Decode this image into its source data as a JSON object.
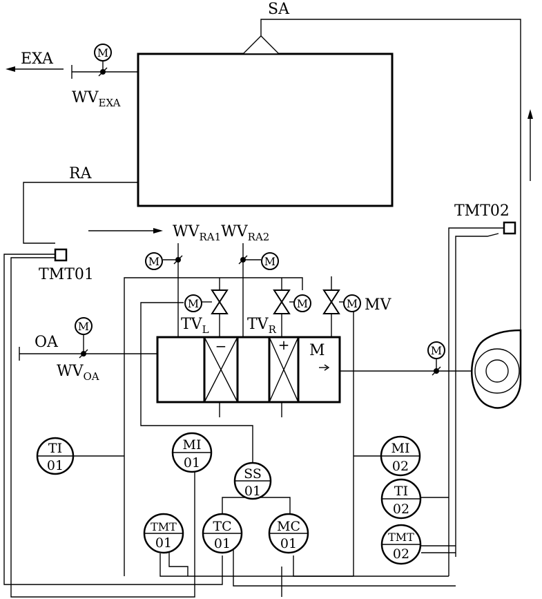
{
  "labels": {
    "sa": "SA",
    "exa": "EXA",
    "ra": "RA",
    "oa": "OA",
    "wv_exa": "WV",
    "wv_exa_sub": "EXA",
    "wv_ra1": "WV",
    "wv_ra1_sub": "RA1",
    "wv_ra2": "WV",
    "wv_ra2_sub": "RA2",
    "wv_oa": "WV",
    "wv_oa_sub": "OA",
    "tv_l": "TV",
    "tv_l_sub": "L",
    "tv_r": "TV",
    "tv_r_sub": "R",
    "mv": "MV",
    "m_humidifier": "M",
    "tmt01": "TMT01",
    "tmt02": "TMT02",
    "coil_minus": "−",
    "coil_plus": "+",
    "motor": "M"
  },
  "instruments": {
    "ti01": {
      "top": "TI",
      "bottom": "01"
    },
    "mi01": {
      "top": "MI",
      "bottom": "01"
    },
    "ss01": {
      "top": "SS",
      "bottom": "01"
    },
    "tmt01": {
      "top": "TMT",
      "bottom": "01"
    },
    "tc01": {
      "top": "TC",
      "bottom": "01"
    },
    "mc01": {
      "top": "MC",
      "bottom": "01"
    },
    "mi02": {
      "top": "MI",
      "bottom": "02"
    },
    "ti02": {
      "top": "TI",
      "bottom": "02"
    },
    "tmt02": {
      "top": "TMT",
      "bottom": "02"
    }
  }
}
